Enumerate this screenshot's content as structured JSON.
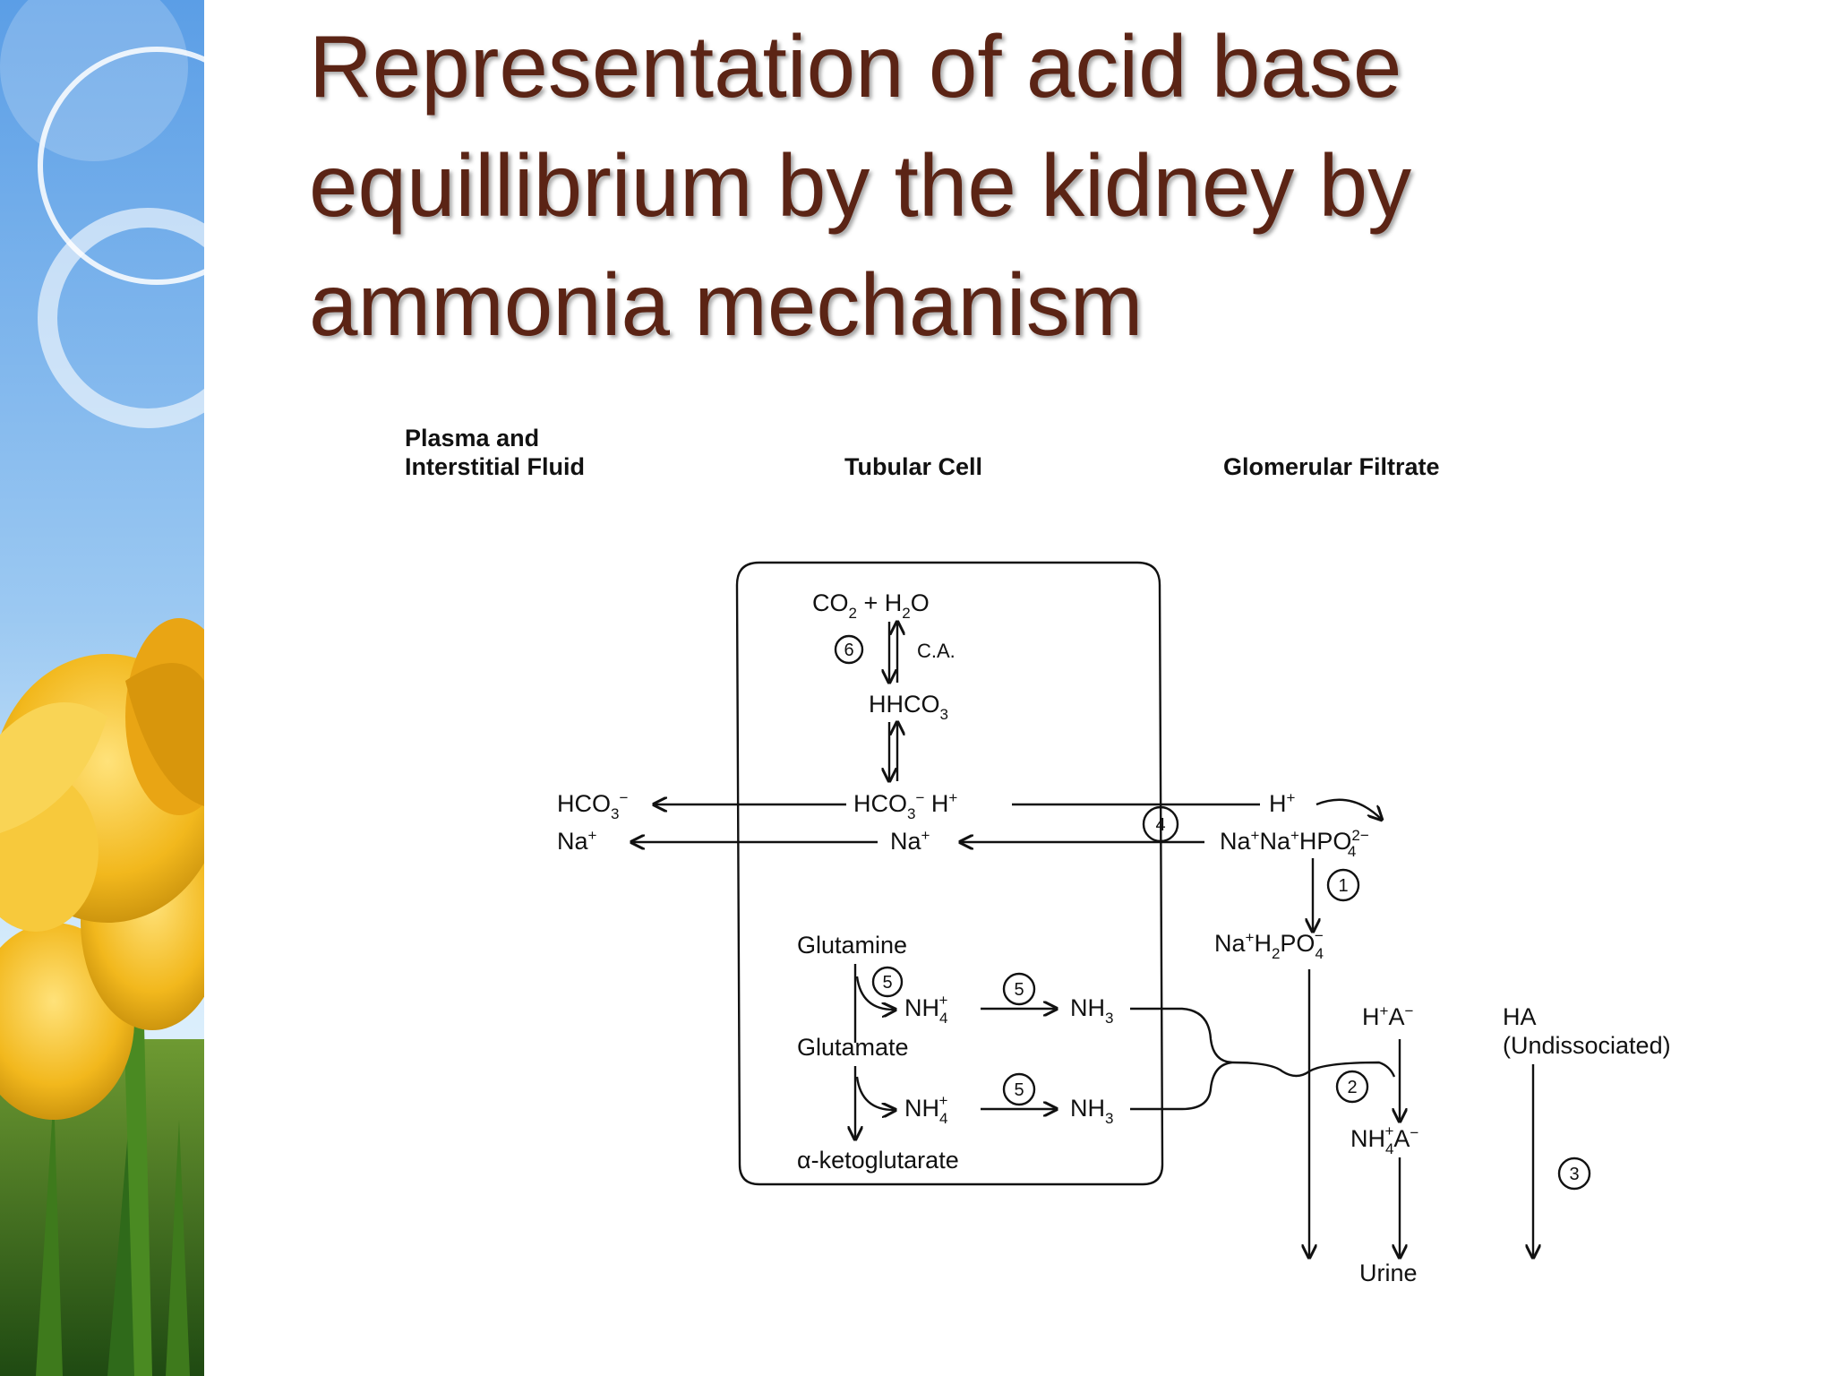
{
  "slide": {
    "title": "Representation of acid base equillibrium by the kidney by ammonia mechanism"
  },
  "diagram": {
    "compartments": {
      "plasma_line1": "Plasma and",
      "plasma_line2": "Interstitial Fluid",
      "tubular_cell": "Tubular Cell",
      "glomerular_filtrate": "Glomerular Filtrate"
    },
    "step_numbers": {
      "ca_step": "6",
      "exchanger": "4",
      "phosphate_buffer": "1",
      "glutaminase": "5",
      "nh4_to_nh3_a": "5",
      "nh4_to_nh3_b": "5",
      "ammonium_trap": "2",
      "undissociated": "3"
    },
    "labels": {
      "ca": "C.A.",
      "glutamine": "Glutamine",
      "glutamate": "Glutamate",
      "ketoglutarate": "α-ketoglutarate",
      "ha": "HA",
      "undissociated": "(Undissociated)",
      "urine": "Urine"
    }
  },
  "colors": {
    "title": "#5b2415",
    "sky": "#6aa6e6",
    "flower": "#f2b81d",
    "stem": "#2f6a1a"
  }
}
